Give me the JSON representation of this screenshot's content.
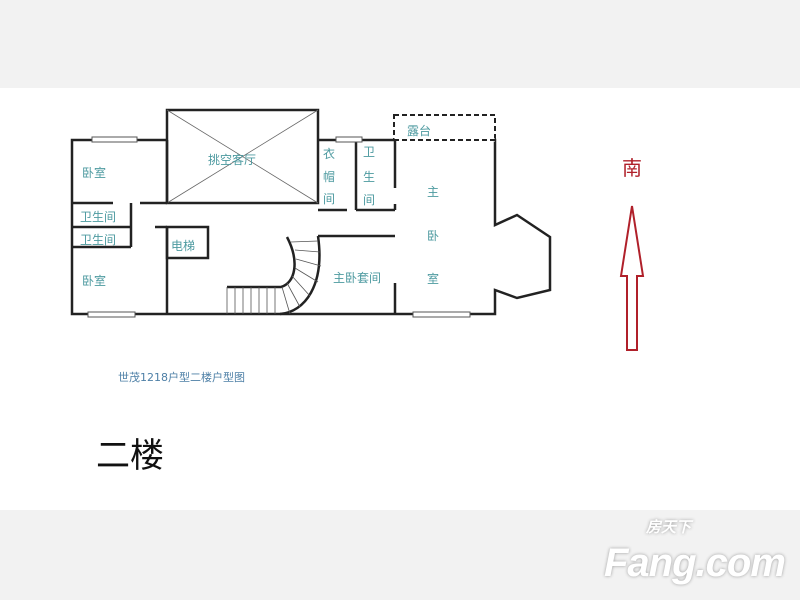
{
  "rooms": {
    "bedroom_1": "卧室",
    "bedroom_2": "卧室",
    "bath_1": "卫生间",
    "bath_2": "卫生间",
    "lounge": "挑空客厅",
    "elevator": "电梯",
    "cloakroom": [
      "衣",
      "帽",
      "间"
    ],
    "master_bath": [
      "卫",
      "生",
      "间"
    ],
    "terrace": "露台",
    "master_bedroom": [
      "主",
      "卧",
      "室"
    ],
    "master_suite": "主卧套间"
  },
  "caption": "世茂1218户型二楼户型图",
  "floor_title": "二楼",
  "compass": {
    "label": "南",
    "color": "#b0202a"
  },
  "watermark": {
    "cn": "房天下",
    "en": "Fang.com"
  }
}
